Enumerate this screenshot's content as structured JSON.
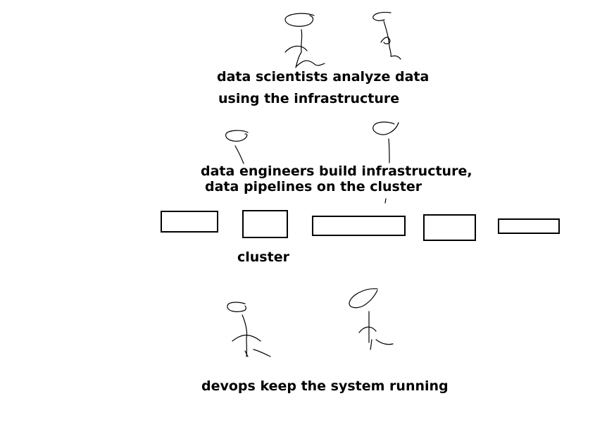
{
  "labels": {
    "scientists_line1": "data scientists analyze data",
    "scientists_line2": "using the infrastructure",
    "engineers_line1": "data engineers build infrastructure,",
    "engineers_line2": "data pipelines on the cluster",
    "cluster": "cluster",
    "devops": "devops keep the system running"
  }
}
